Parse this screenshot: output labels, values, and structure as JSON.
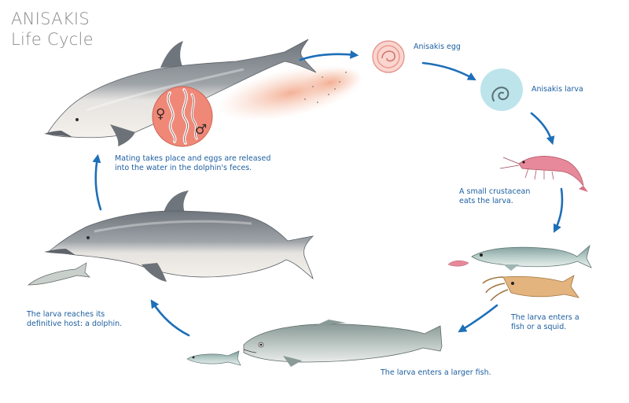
{
  "title": {
    "line1": "ANISAKIS",
    "line2": "Life Cycle"
  },
  "stages": {
    "egg": "Anisakis egg",
    "larva": "Anisakis larva",
    "crustacean": [
      "A small crustacean",
      "eats the larva."
    ],
    "fish_squid": [
      "The larva enters a",
      "fish or a squid."
    ],
    "larger_fish": "The larva enters a larger fish.",
    "host": [
      "The larva reaches its",
      "definitive host: a dolphin."
    ],
    "mating": [
      "Mating takes place and eggs are released",
      "into the water in the dolphin's feces."
    ]
  },
  "symbols": {
    "female": "♀",
    "male": "♂"
  },
  "colors": {
    "arrow": "#1d6fb8",
    "caption": "#1d5fa0",
    "title": "#8a8a8a",
    "dolphin_back": "#7d8289",
    "dolphin_belly": "#eeeae4",
    "worm_circle": "#f08878",
    "feces": "#f4b9a0",
    "egg": "#f6b9b0",
    "larva_bubble": "#a9dde6",
    "shrimp": "#e7899a",
    "fish": "#8fa9a6",
    "squid": "#e3b47e"
  },
  "icons": [
    "dolphin-top-illustration",
    "dolphin-bottom-illustration",
    "egg-icon",
    "larva-icon",
    "shrimp-icon",
    "fish-icon",
    "squid-icon",
    "large-fish-icon",
    "small-fish-icon",
    "worm-circle-icon"
  ]
}
